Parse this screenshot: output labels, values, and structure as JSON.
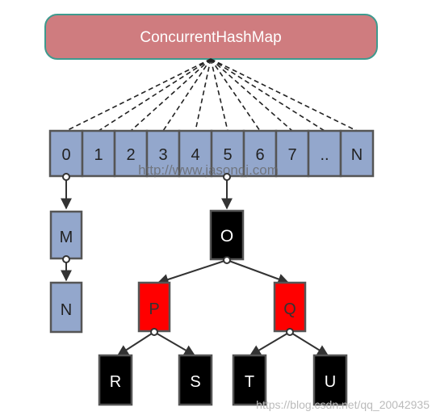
{
  "header": {
    "title": "ConcurrentHashMap"
  },
  "buckets": [
    "0",
    "1",
    "2",
    "3",
    "4",
    "5",
    "6",
    "7",
    "..",
    "N"
  ],
  "list_nodes": [
    "M",
    "N"
  ],
  "tree_nodes": {
    "root": "O",
    "left": "P",
    "right": "Q",
    "left_left": "R",
    "left_right": "S",
    "right_left": "T",
    "right_right": "U"
  },
  "watermarks": {
    "center": "http://www.jasongj.com",
    "corner": "https://blog.csdn.net/qq_20042935"
  },
  "colors": {
    "header_fill": "#cf7c7f",
    "header_stroke": "#3e9a8e",
    "bucket_fill": "#93a7cc",
    "node_stroke": "#555555",
    "black_node": "#000000",
    "red_node": "#ff0000",
    "edge": "#333333"
  }
}
